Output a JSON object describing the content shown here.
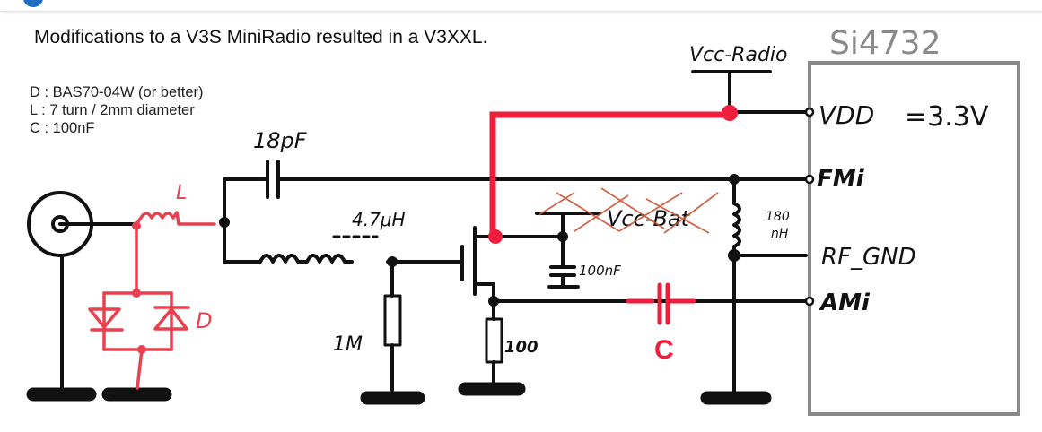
{
  "title": "Modifications to a V3S MiniRadio resulted in a V3XXL.",
  "legend": [
    {
      "label": "D : BAS70-04W (or better)"
    },
    {
      "label": "L  : 7 turn / 2mm diameter"
    },
    {
      "label": "C : 100nF"
    }
  ],
  "colors": {
    "wire": "#111111",
    "modification": "#ee1e3c",
    "diode": "#e8404f",
    "chip_outline": "#8a8a8a",
    "crossout": "#c8553a"
  },
  "components": {
    "coupling_cap": "18pF",
    "choke": "4.7μH",
    "gate_resistor": "1M",
    "source_resistor": "100",
    "decoupling_cap": "100nF",
    "fm_inductor_value": "180",
    "fm_inductor_unit": "nH",
    "added_inductor": "L",
    "added_diode": "D",
    "added_cap": "C"
  },
  "labels": {
    "vcc_radio": "Vcc-Radio",
    "vcc_bat": "Vcc-Bat",
    "chip_name": "Si4732",
    "vdd": "VDD",
    "vdd_value": "=3.3V",
    "fmi": "FMi",
    "rf_gnd": "RF_GND",
    "ami": "AMi"
  }
}
